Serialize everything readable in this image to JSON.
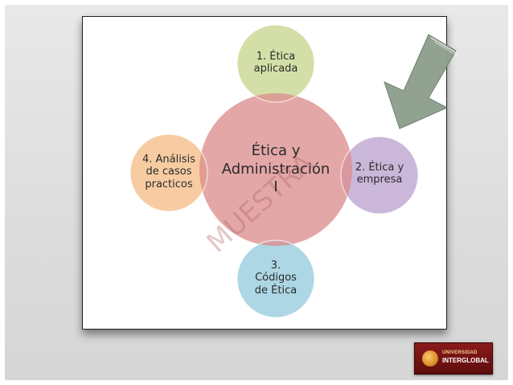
{
  "diagram": {
    "center": {
      "label": "Ética y\nAdministración\nI",
      "color": "#dc8e8e"
    },
    "nodes": [
      {
        "id": "top",
        "label": "1. Ética\naplicada",
        "color": "#cfdca0"
      },
      {
        "id": "right",
        "label": "2. Ética y\nempresa",
        "color": "#c7b1d7"
      },
      {
        "id": "bottom",
        "label": "3.\nCódigos\nde Ética",
        "color": "#a6d4e2"
      },
      {
        "id": "left",
        "label": "4. Análisis\nde casos\npracticos",
        "color": "#f6c89a"
      }
    ],
    "watermark": "MUESTRA",
    "arrow_color": "#8fa08e"
  },
  "logo": {
    "line1": "UNIVERSIDAD",
    "line2": "INTERGLOBAL"
  }
}
